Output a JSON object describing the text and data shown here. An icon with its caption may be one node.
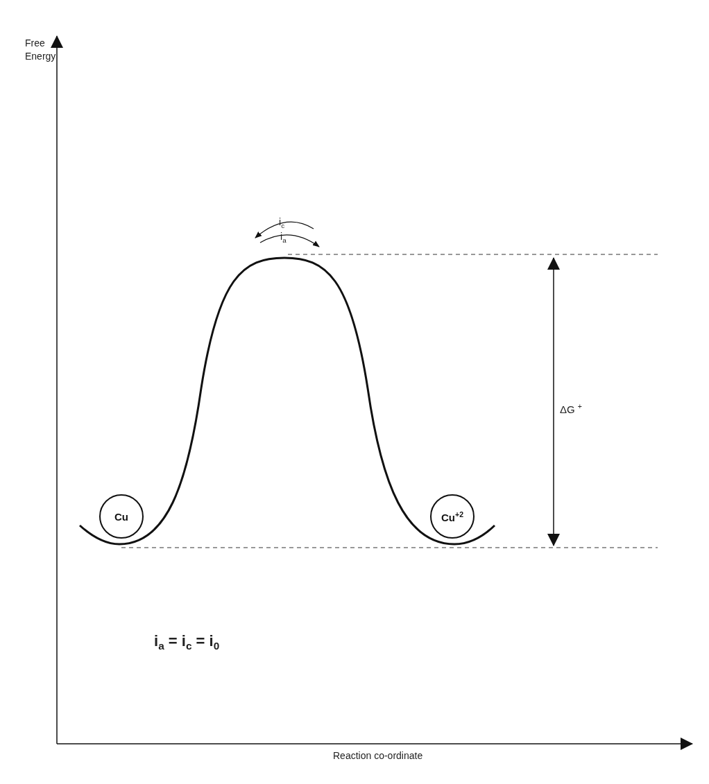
{
  "diagram": {
    "nodes": [
      {
        "text": [
          "Cu"
        ]
      },
      {
        "text": [
          "Cu$^{+2}$"
        ]
      }
    ],
    "labels": [
      "Free Energy",
      "i$_{c}$",
      "i$_{a}$",
      "ΔG $^{+}$",
      "i$_{a}$ = i$_{c}$ = i$_{0}$",
      "Reaction co-ordinate"
    ]
  }
}
